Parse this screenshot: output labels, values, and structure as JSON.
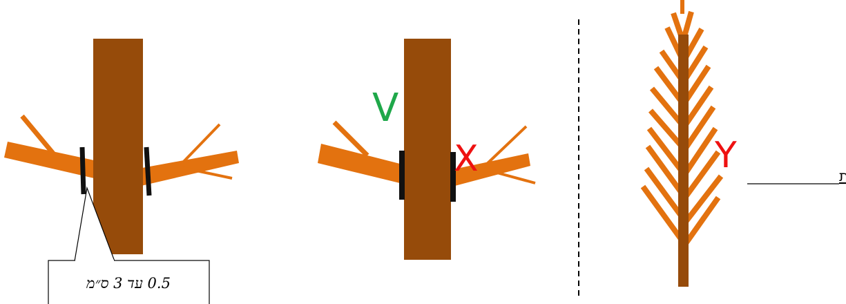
{
  "callout": {
    "text": "0.5  עד 3 ס״מ"
  },
  "marks": {
    "correct": "V",
    "wrong": "X",
    "tree_wrong": "Y"
  },
  "tree_label": {
    "text": "צורה צריפית"
  },
  "colors": {
    "trunk": "#964B0A",
    "branch": "#E3720F",
    "ring": "#111111",
    "correct": "#1FA84A",
    "wrong": "#EE1111"
  }
}
